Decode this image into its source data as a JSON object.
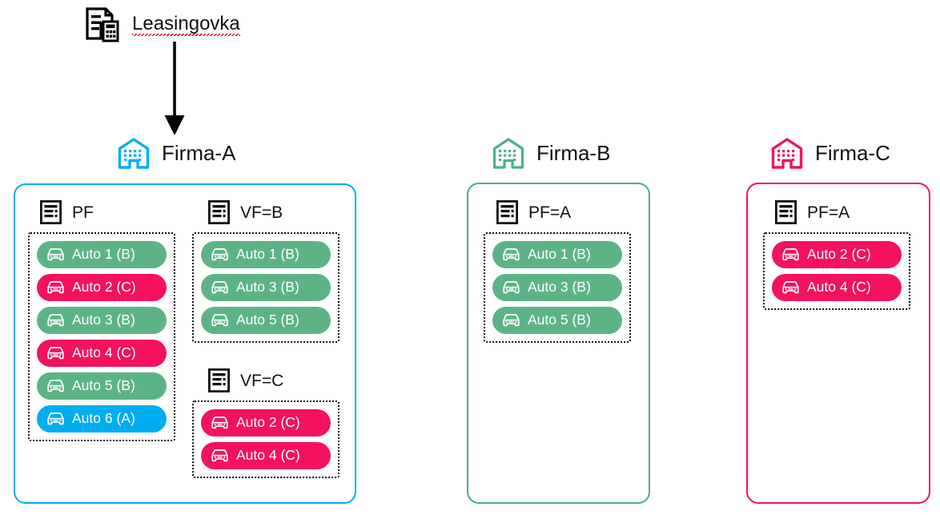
{
  "source": {
    "icon": "document-calculator-icon",
    "title": "Leasingovka",
    "spellcheck_underline": true
  },
  "arrow": {
    "icon": "arrow-down-icon",
    "direction": "down",
    "color": "#000000"
  },
  "colors": {
    "firm_a": "#00AEEF",
    "firm_b": "#4CB17F",
    "firm_c": "#F4115F",
    "pill_green": "#5CB486",
    "pill_pink": "#F4115F",
    "pill_blue": "#00AEEF",
    "outline_black": "#111111",
    "background": "#FFFFFF",
    "spell_red": "#E8112D"
  },
  "firms": [
    {
      "id": "firm-a",
      "name": "Firma-A",
      "icon": "building-icon",
      "accent": "#00AEEF",
      "sections": [
        {
          "id": "pf",
          "label": "PF",
          "icon": "report-icon",
          "cars": [
            {
              "label": "Auto 1 (B)",
              "color": "green",
              "icon": "car-icon"
            },
            {
              "label": "Auto 2 (C)",
              "color": "pink",
              "icon": "car-icon"
            },
            {
              "label": "Auto 3 (B)",
              "color": "green",
              "icon": "car-icon"
            },
            {
              "label": "Auto 4 (C)",
              "color": "pink",
              "icon": "car-icon"
            },
            {
              "label": "Auto 5 (B)",
              "color": "green",
              "icon": "car-icon"
            },
            {
              "label": "Auto 6 (A)",
              "color": "blue",
              "icon": "car-icon"
            }
          ]
        },
        {
          "id": "vf-b",
          "label": "VF=B",
          "icon": "report-icon",
          "cars": [
            {
              "label": "Auto 1 (B)",
              "color": "green",
              "icon": "car-icon"
            },
            {
              "label": "Auto 3 (B)",
              "color": "green",
              "icon": "car-icon"
            },
            {
              "label": "Auto 5 (B)",
              "color": "green",
              "icon": "car-icon"
            }
          ]
        },
        {
          "id": "vf-c",
          "label": "VF=C",
          "icon": "report-icon",
          "cars": [
            {
              "label": "Auto 2 (C)",
              "color": "pink",
              "icon": "car-icon"
            },
            {
              "label": "Auto 4 (C)",
              "color": "pink",
              "icon": "car-icon"
            }
          ]
        }
      ]
    },
    {
      "id": "firm-b",
      "name": "Firma-B",
      "icon": "building-icon",
      "accent": "#4CB17F",
      "sections": [
        {
          "id": "pf-a-b",
          "label": "PF=A",
          "icon": "report-icon",
          "cars": [
            {
              "label": "Auto 1 (B)",
              "color": "green",
              "icon": "car-icon"
            },
            {
              "label": "Auto 3 (B)",
              "color": "green",
              "icon": "car-icon"
            },
            {
              "label": "Auto 5 (B)",
              "color": "green",
              "icon": "car-icon"
            }
          ]
        }
      ]
    },
    {
      "id": "firm-c",
      "name": "Firma-C",
      "icon": "building-icon",
      "accent": "#F4115F",
      "sections": [
        {
          "id": "pf-a-c",
          "label": "PF=A",
          "icon": "report-icon",
          "cars": [
            {
              "label": "Auto 2 (C)",
              "color": "pink",
              "icon": "car-icon"
            },
            {
              "label": "Auto 4 (C)",
              "color": "pink",
              "icon": "car-icon"
            }
          ]
        }
      ]
    }
  ]
}
